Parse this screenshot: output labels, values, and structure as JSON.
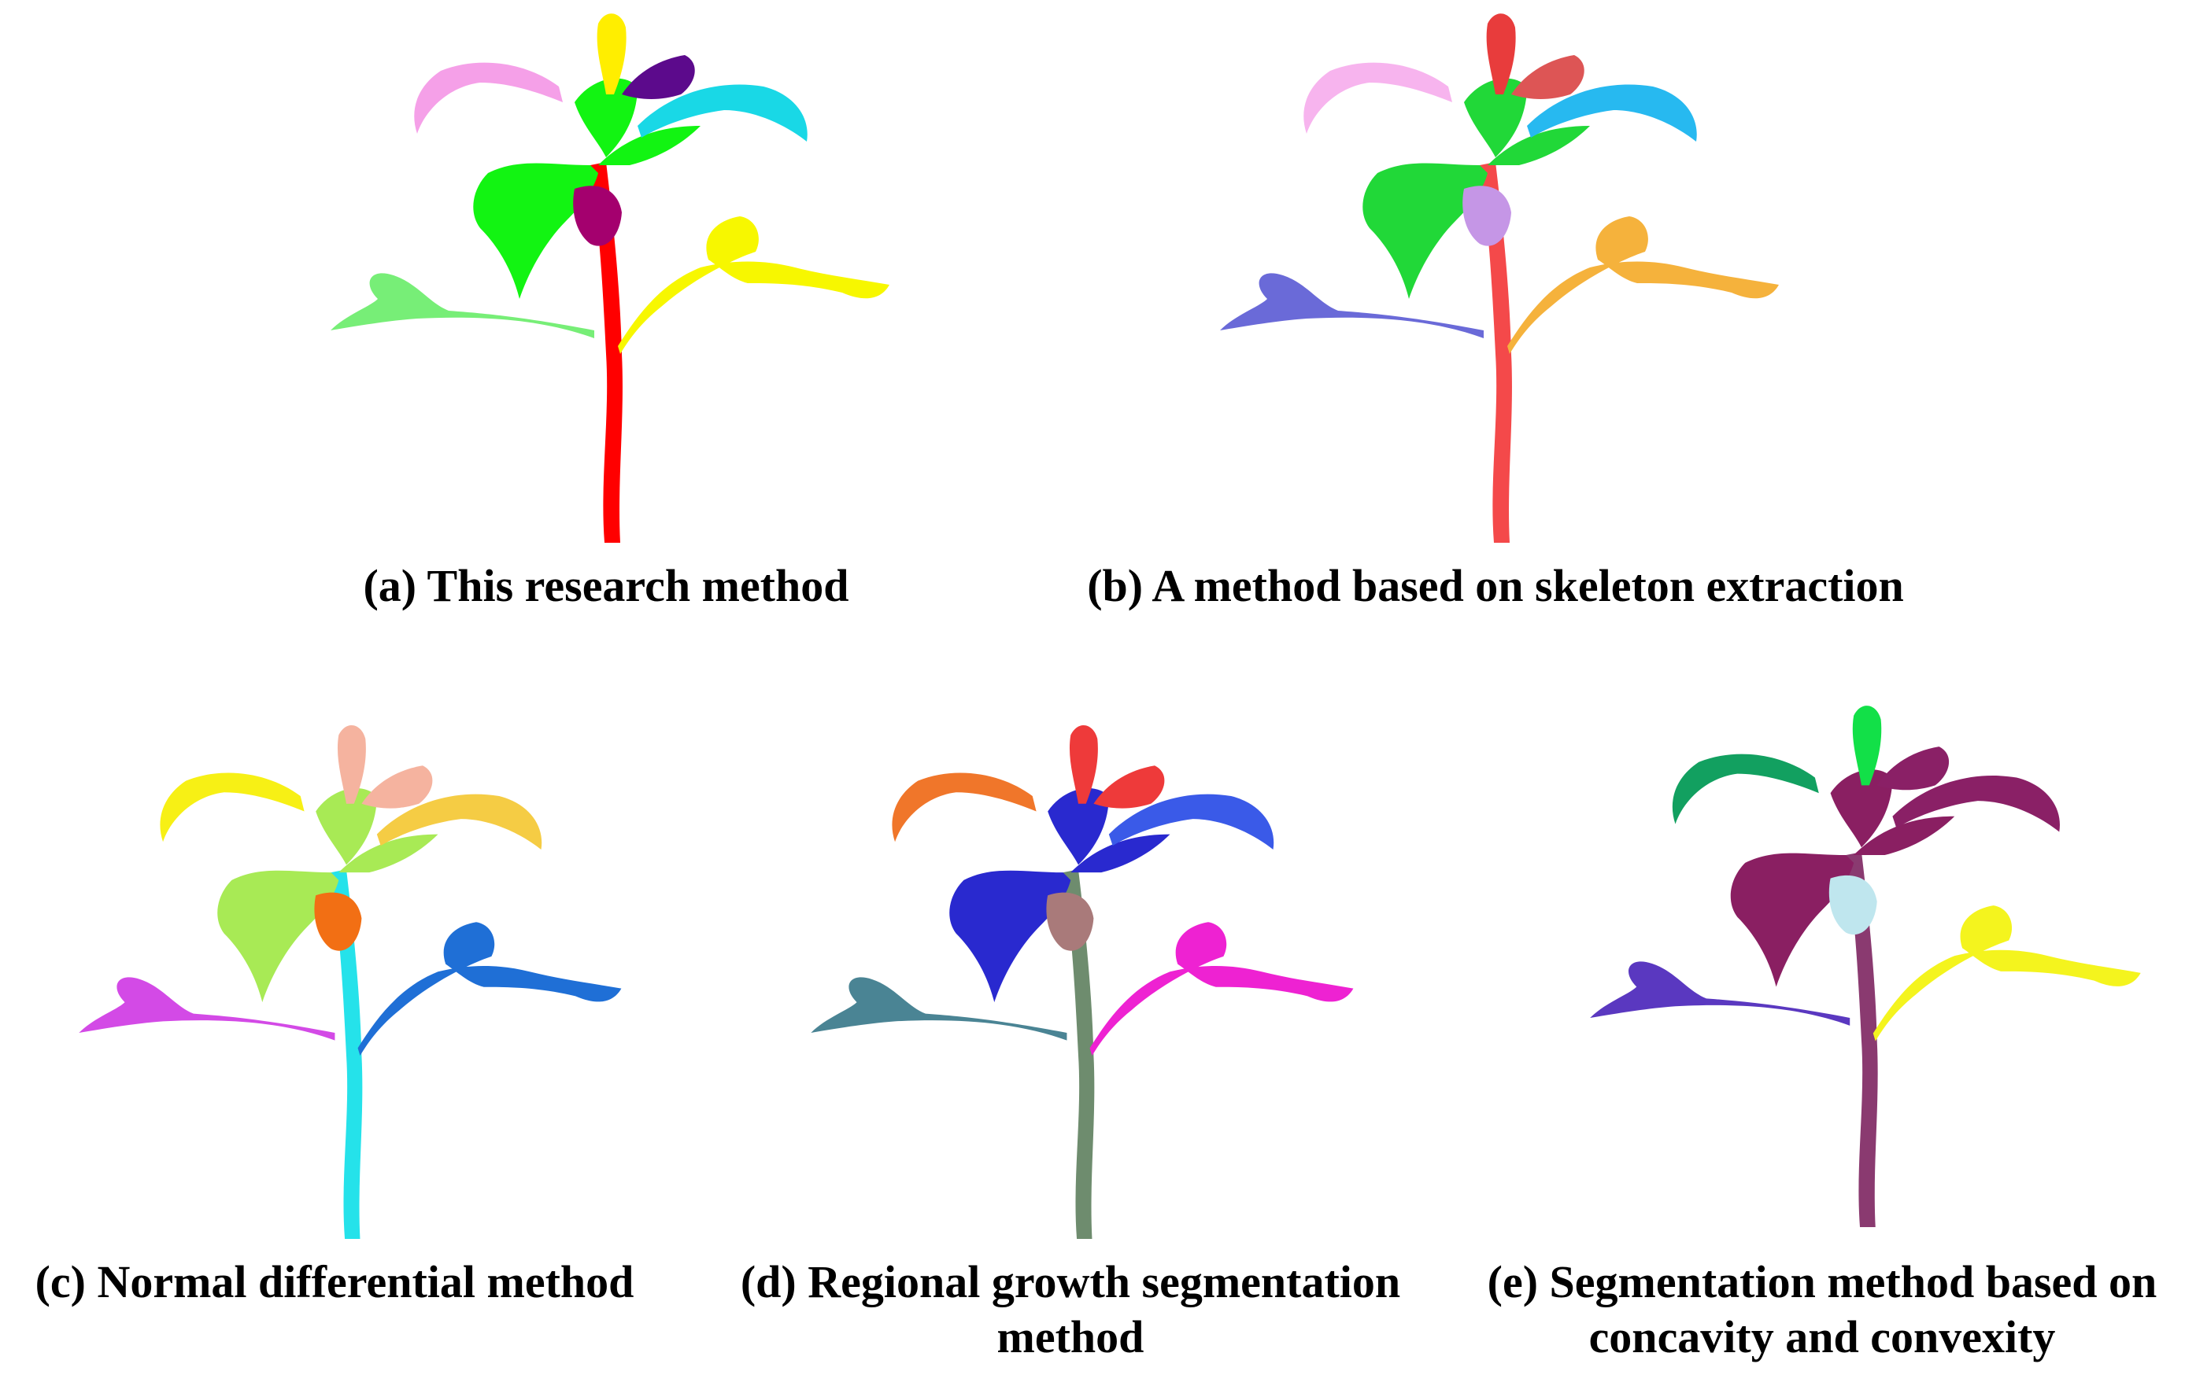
{
  "figure": {
    "panels": [
      {
        "caption": "(a) This research method"
      },
      {
        "caption": "(b) A method based on skeleton extraction"
      },
      {
        "caption": "(c) Normal differential method"
      },
      {
        "caption_line1": "(d) Regional growth segmentation",
        "caption_line2": "method"
      },
      {
        "caption_line1": "(e) Segmentation method based on",
        "caption_line2": "concavity and convexity"
      }
    ],
    "palettes": {
      "a": {
        "stem": "#ff0000",
        "top": "#ffee00",
        "pink": "#f5a0e8",
        "purple": "#5c0a8c",
        "cyan": "#19d8e6",
        "green": "#12f412",
        "magenta": "#a4006e",
        "lightgreen": "#77ee77",
        "yellow": "#f7f700"
      },
      "b": {
        "stem": "#f4494a",
        "top": "#e83c3c",
        "pink": "#f7b4ee",
        "purple": "#dd5555",
        "cyan": "#27b9f0",
        "green": "#21d838",
        "magenta": "#c596e6",
        "lightgreen": "#6a6ad8",
        "yellow": "#f5b23c"
      },
      "c": {
        "stem": "#25e2ea",
        "top": "#f5b39f",
        "pink": "#f7f015",
        "purple": "#f5b39f",
        "cyan": "#f5cc44",
        "green": "#a8ea55",
        "magenta": "#f26f14",
        "lightgreen": "#d34ae6",
        "yellow": "#1f6fd6"
      },
      "d": {
        "stem": "#6e8c6e",
        "top": "#ee3a3a",
        "pink": "#f0762a",
        "purple": "#ee3a3a",
        "cyan": "#3a5ae8",
        "green": "#2929cf",
        "magenta": "#a97a7a",
        "lightgreen": "#4a8494",
        "yellow": "#ee22d2"
      },
      "e": {
        "stem": "#8a3a70",
        "top": "#12e048",
        "pink": "#12a060",
        "purple": "#8a2066",
        "cyan": "#8a2066",
        "green": "#8a1f62",
        "magenta": "#bfe6ee",
        "lightgreen": "#5a38c0",
        "yellow": "#f4f41e"
      }
    }
  }
}
